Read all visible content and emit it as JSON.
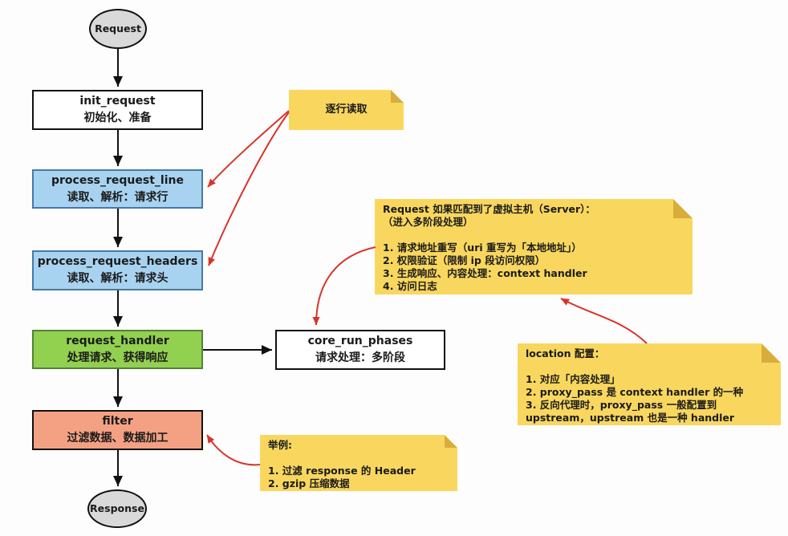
{
  "colors": {
    "note_bg": "#f9d75f",
    "note_fold": "#d8ad3c",
    "blue_fill": "#a8d3f0",
    "blue_border": "#4579a8",
    "green_fill": "#92d050",
    "green_border": "#538135",
    "salmon_fill": "#f4a183",
    "ellipse_fill": "#d9d9d9",
    "red_arrow": "#d9342b"
  },
  "nodes": {
    "request": {
      "label": "Request"
    },
    "init": {
      "title": "init_request",
      "subtitle": "初始化、准备"
    },
    "process_line": {
      "title": "process_request_line",
      "subtitle": "读取、解析：请求行"
    },
    "process_headers": {
      "title": "process_request_headers",
      "subtitle": "读取、解析：请求头"
    },
    "handler": {
      "title": "request_handler",
      "subtitle": "处理请求、获得响应"
    },
    "core": {
      "title": "core_run_phases",
      "subtitle": "请求处理：多阶段"
    },
    "filter": {
      "title": "filter",
      "subtitle": "过滤数据、数据加工"
    },
    "response": {
      "label": "Response"
    }
  },
  "notes": {
    "read_line": {
      "text": "逐行读取"
    },
    "server_match": {
      "text": "Request 如果匹配到了虚拟主机（Server）：\n（进入多阶段处理）\n\n1. 请求地址重写（uri 重写为「本地地址」）\n2. 权限验证（限制 ip 段访问权限）\n3. 生成响应、内容处理：context handler\n4. 访问日志"
    },
    "location": {
      "text": "location 配置：\n\n1. 对应「内容处理」\n2. proxy_pass 是 context handler 的一种\n3. 反向代理时，proxy_pass 一般配置到\nupstream，upstream 也是一种 handler"
    },
    "example": {
      "text": "举例:\n\n1. 过滤 response 的 Header\n2. gzip 压缩数据"
    }
  }
}
